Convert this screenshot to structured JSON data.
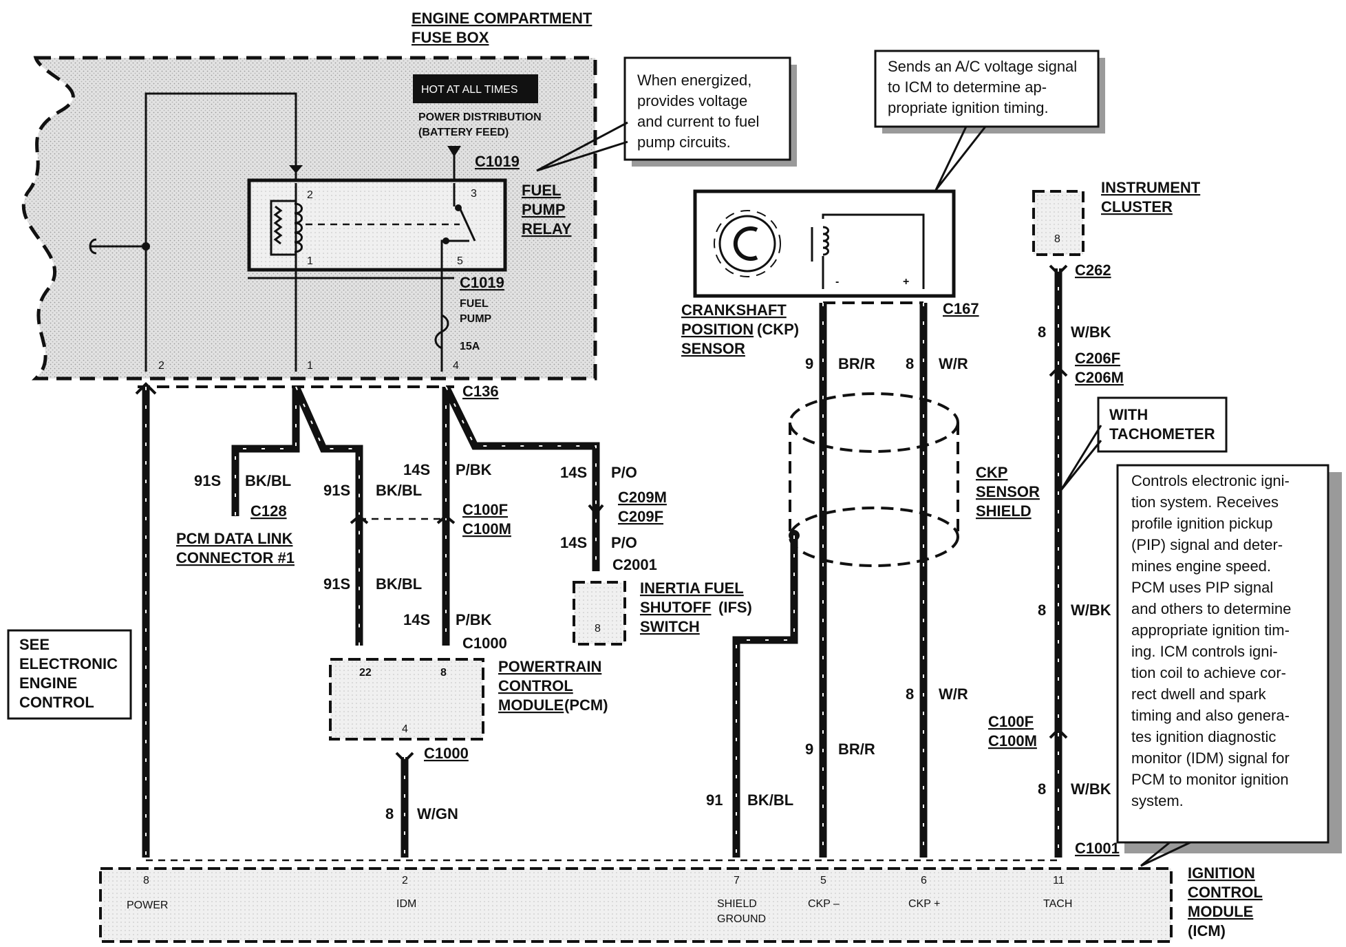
{
  "fuse_box": {
    "title_line1": "ENGINE COMPARTMENT",
    "title_line2": "FUSE BOX",
    "hot_badge": "HOT AT ALL TIMES",
    "power_dist_line1": "POWER DISTRIBUTION",
    "power_dist_line2": "(BATTERY FEED)",
    "connector_top": "C1019",
    "connector_bottom": "C1019",
    "relay_line1": "FUEL",
    "relay_line2": "PUMP",
    "relay_line3": "RELAY",
    "relay_pin_2": "2",
    "relay_pin_3": "3",
    "relay_pin_1": "1",
    "relay_pin_5": "5",
    "fuse_line1": "FUEL",
    "fuse_line2": "PUMP",
    "fuse_rating": "15A",
    "out_pin_2": "2",
    "out_pin_1": "1",
    "out_pin_4": "4",
    "connector_c136": "C136"
  },
  "notes": {
    "relay_note": [
      "When energized,",
      "provides voltage",
      "and current to fuel",
      "pump circuits."
    ],
    "ckp_note": [
      "Sends an A/C voltage signal",
      "to ICM to determine ap-",
      "propriate ignition timing."
    ],
    "icm_note": [
      "Controls electronic igni-",
      "tion system. Receives",
      "profile ignition pickup",
      "(PIP) signal and deter-",
      "mines engine speed.",
      "PCM uses PIP signal",
      "and others to determine",
      "appropriate ignition tim-",
      "ing. ICM controls igni-",
      "tion coil to achieve cor-",
      "rect dwell and spark",
      "timing and also genera-",
      "tes ignition diagnostic",
      "monitor (IDM) signal for",
      "PCM to monitor ignition",
      "system."
    ]
  },
  "pcm_data_link": {
    "circuit": "91S",
    "color": "BK/BL",
    "connector": "C128",
    "label_line1": "PCM DATA LINK",
    "label_line2": "CONNECTOR #1"
  },
  "pcm_branch": {
    "circuit_a": "91S",
    "color_a": "BK/BL",
    "circuit_b": "14S",
    "color_b": "P/BK",
    "connector_f": "C100F",
    "connector_m": "C100M",
    "circuit_a2": "91S",
    "color_a2": "BK/BL",
    "circuit_b2": "14S",
    "color_b2": "P/BK",
    "connector_c1000": "C1000"
  },
  "pcm": {
    "label_line1": "POWERTRAIN",
    "label_line2": "CONTROL",
    "label_line3": "MODULE",
    "label_suffix": "(PCM)",
    "pin_22": "22",
    "pin_8": "8",
    "pin_4": "4",
    "connector_out": "C1000",
    "circuit_out": "8",
    "color_out": "W/GN"
  },
  "inertia": {
    "circuit_1": "14S",
    "color_1": "P/O",
    "connector_m": "C209M",
    "connector_f": "C209F",
    "circuit_2": "14S",
    "color_2": "P/O",
    "connector": "C2001",
    "label_line1": "INERTIA FUEL",
    "label_line2": "SHUTOFF",
    "label_line2_suffix": "(IFS)",
    "label_line3": "SWITCH",
    "pin": "8"
  },
  "see_box": [
    "SEE",
    "ELECTRONIC",
    "ENGINE",
    "CONTROL"
  ],
  "ckp": {
    "label_line1": "CRANKSHAFT",
    "label_line2": "POSITION",
    "label_line2_suffix": "(CKP)",
    "label_line3": "SENSOR",
    "minus": "-",
    "plus": "+",
    "connector": "C167",
    "circuit_minus": "9",
    "color_minus": "BR/R",
    "circuit_plus": "8",
    "color_plus": "W/R",
    "shield_line1": "CKP",
    "shield_line2": "SENSOR",
    "shield_line3": "SHIELD",
    "circuit_plus2": "8",
    "color_plus2": "W/R",
    "circuit_minus2": "9",
    "color_minus2": "BR/R",
    "circuit_shield": "91",
    "color_shield": "BK/BL"
  },
  "cluster": {
    "label_line1": "INSTRUMENT",
    "label_line2": "CLUSTER",
    "pin": "8",
    "connector": "C262",
    "circuit_1": "8",
    "color_1": "W/BK",
    "connector_f": "C206F",
    "connector_m": "C206M",
    "with_line1": "WITH",
    "with_line2": "TACHOMETER",
    "circuit_2": "8",
    "color_2": "W/BK",
    "connector_f2": "C100F",
    "connector_m2": "C100M",
    "circuit_3": "8",
    "color_3": "W/BK",
    "connector_out": "C1001"
  },
  "icm": {
    "label_line1": "IGNITION",
    "label_line2": "CONTROL",
    "label_line3": "MODULE",
    "label_line4": "(ICM)",
    "pin_power": "8",
    "name_power": "POWER",
    "pin_idm": "2",
    "name_idm": "IDM",
    "pin_shield": "7",
    "name_shield_1": "SHIELD",
    "name_shield_2": "GROUND",
    "pin_ckpm": "5",
    "name_ckpm": "CKP –",
    "pin_ckpp": "6",
    "name_ckpp": "CKP +",
    "pin_tach": "11",
    "name_tach": "TACH"
  }
}
